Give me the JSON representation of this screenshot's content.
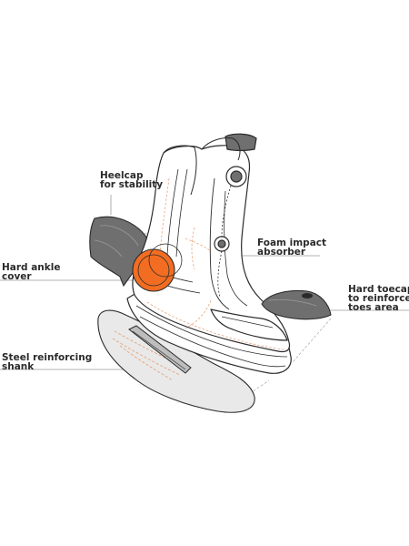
{
  "labels": {
    "heelcap": {
      "line1": "Heelcap",
      "line2": "for stability"
    },
    "ankle_cover": {
      "line1": "Hard ankle",
      "line2": "cover"
    },
    "foam": {
      "line1": "Foam impact",
      "line2": "absorber"
    },
    "toecap": {
      "line1": "Hard toecap",
      "line2": "to reinforce",
      "line3": "toes area"
    },
    "shank": {
      "line1": "Steel reinforcing",
      "line2": "shank"
    }
  },
  "colors": {
    "ink": "#2b2b2b",
    "guard_fill": "#6f6f6f",
    "accent_orange": "#f26d21",
    "stitch_orange": "#e7a27c",
    "sole_fill": "#e9e9e9"
  }
}
